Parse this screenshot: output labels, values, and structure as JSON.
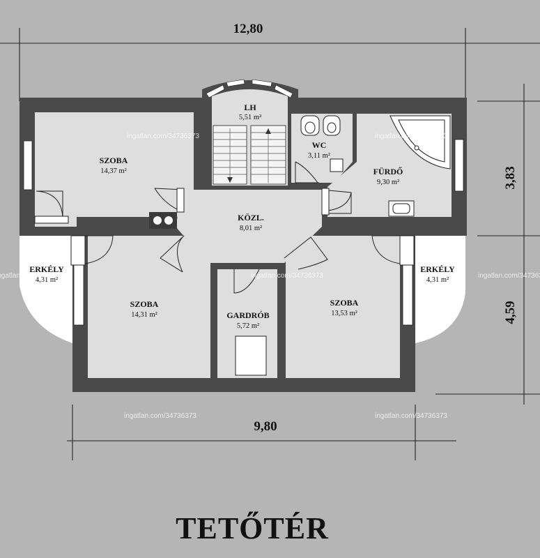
{
  "dimensions": {
    "top_width": "12,80",
    "bottom_width": "9,80",
    "right_upper": "3,83",
    "right_lower": "4,59"
  },
  "rooms": {
    "lh": {
      "name": "LH",
      "area": "5,51 m²"
    },
    "szoba_nw": {
      "name": "SZOBA",
      "area": "14,37 m²"
    },
    "wc": {
      "name": "WC",
      "area": "3,11 m²"
    },
    "furdo": {
      "name": "FÜRDŐ",
      "area": "9,30 m²"
    },
    "kozl": {
      "name": "KÖZL.",
      "area": "8,01 m²"
    },
    "erkely_w": {
      "name": "ERKÉLY",
      "area": "4,31 m²"
    },
    "szoba_sw": {
      "name": "SZOBA",
      "area": "14,31 m²"
    },
    "gardrob": {
      "name": "GARDRÓB",
      "area": "5,72 m²"
    },
    "szoba_se": {
      "name": "SZOBA",
      "area": "13,53 m²"
    },
    "erkely_e": {
      "name": "ERKÉLY",
      "area": "4,31 m²"
    }
  },
  "watermark": "ingatlan.com/34736373",
  "title": "TETŐTÉR",
  "colors": {
    "background": "#b5b5b5",
    "wall": "#4a4a4a",
    "floor": "#dedede",
    "text": "#111111"
  }
}
